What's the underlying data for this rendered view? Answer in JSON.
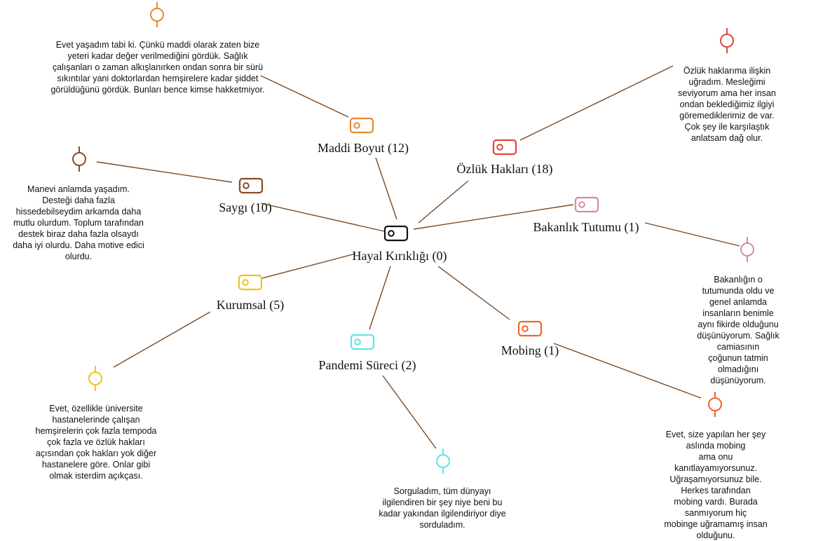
{
  "network": {
    "link_color": "#7a4a24",
    "center": {
      "label": "Hayal Kırıklığı (0)",
      "color": "#111111",
      "icon": "code-tag-icon"
    },
    "codes": [
      {
        "id": "maddi",
        "label": "Maddi Boyut (12)",
        "color": "#e68a2e",
        "icon": "code-tag-icon",
        "quote": "Evet yaşadım tabi ki. Çünkü maddi olarak zaten bize\nyeteri kadar değer verilmediğini gördük. Sağlık\nçalışanları o zaman alkışlanırken ondan sonra bir sürü\nsıkıntılar yani doktorlardan hemşirelere kadar şiddet\ngörüldüğünü gördük. Bunları bence kimse hakketmiyor.",
        "quote_icon": "quotation-icon"
      },
      {
        "id": "ozluk",
        "label": "Özlük Hakları (18)",
        "color": "#e0463a",
        "icon": "code-tag-icon",
        "quote": "Özlük haklarıma ilişkin\nuğradım. Mesleğimi\nseviyorum ama her insan\nondan beklediğimiz ilgiyi\ngöremediklerimiz de var.\nÇok şey ile karşılaştık\nanlatsam dağ olur.",
        "quote_icon": "quotation-icon"
      },
      {
        "id": "saygi",
        "label": "Saygı (10)",
        "color": "#8b4a22",
        "icon": "code-tag-icon",
        "quote": "Manevi anlamda yaşadım.\nDesteği daha fazla\nhissedebilseydim arkamda daha\nmutlu olurdum. Toplum tarafından\ndestek biraz daha fazla olsaydı\ndaha iyi olurdu. Daha motive edici\nolurdu.",
        "quote_icon": "quotation-icon"
      },
      {
        "id": "bakanlik",
        "label": "Bakanlık Tutumu (1)",
        "color": "#d987ad",
        "icon": "code-tag-icon",
        "quote": "Bakanlığın o tutumunda oldu ve\ngenel anlamda insanların benimle\naynı fikirde olduğunu\ndüşünüyorum. Sağlık camiasının\nçoğunun tatmin olmadığını\ndüşünüyorum.",
        "quote_icon": "quotation-icon"
      },
      {
        "id": "kurumsal",
        "label": "Kurumsal (5)",
        "color": "#f0c419",
        "icon": "code-tag-icon",
        "quote": "Evet, özellikle üniversite\nhastanelerinde çalışan\nhemşirelerin çok fazla tempoda\nçok fazla ve özlük hakları\naçısından çok hakları yok diğer\nhastanelere göre. Onlar gibi\nolmak isterdim açıkçası.",
        "quote_icon": "quotation-icon"
      },
      {
        "id": "pandemi",
        "label": "Pandemi Süreci (2)",
        "color": "#5fe3ec",
        "icon": "code-tag-icon",
        "quote": "Sorguladım, tüm dünyayı\nilgilendiren bir şey niye beni bu\nkadar yakından ilgilendiriyor diye\nsorduladım.",
        "quote_icon": "quotation-icon"
      },
      {
        "id": "mobing",
        "label": "Mobing (1)",
        "color": "#f0642a",
        "icon": "code-tag-icon",
        "quote": "Evet, size yapılan her şey aslında mobing\nama onu kanıtlayamıyorsunuz.\nUğraşamıyorsunuz bile. Herkes tarafından\nmobing vardı. Burada sanmıyorum hiç\nmobinge uğramamış insan olduğunu.",
        "quote_icon": "quotation-icon"
      }
    ]
  }
}
